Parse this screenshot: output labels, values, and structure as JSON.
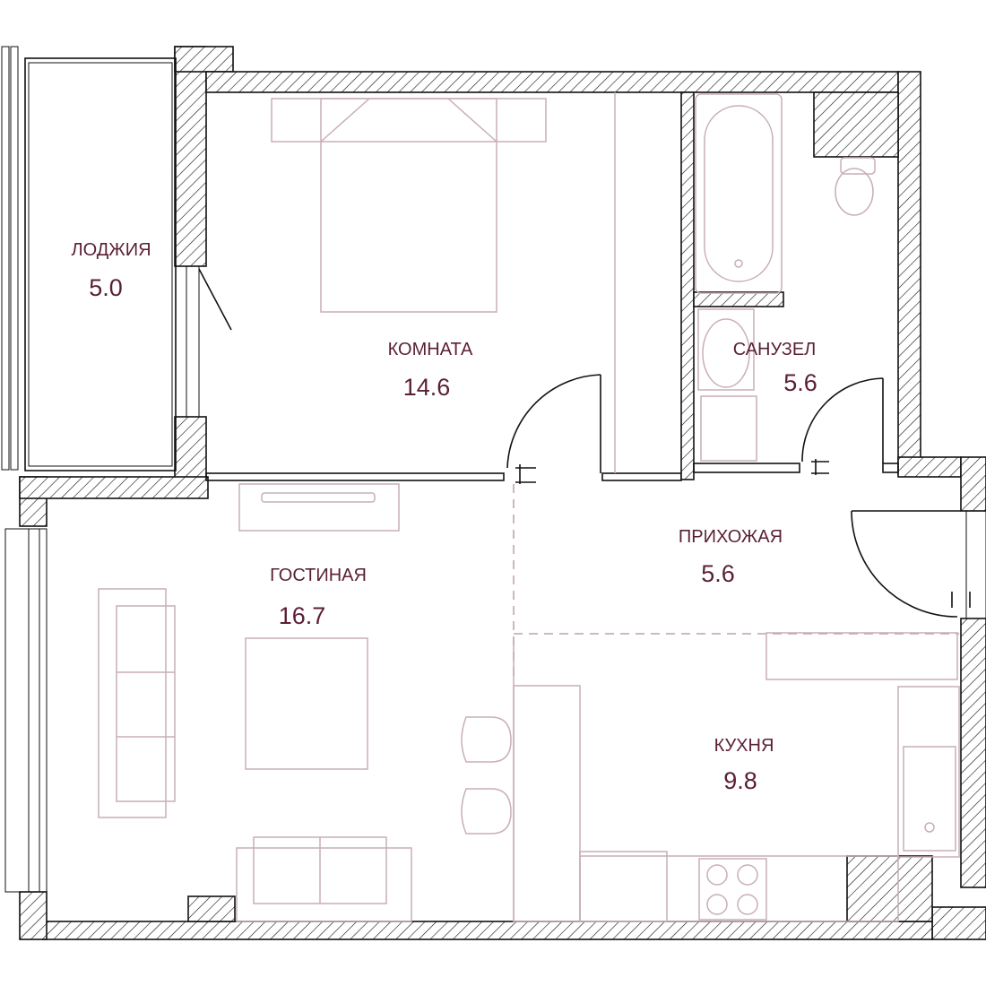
{
  "colors": {
    "label": "#5a1f36",
    "walls": "#111111",
    "furniture": "#c9aeb8",
    "background": "#ffffff"
  },
  "rooms": {
    "loggia": {
      "name": "ЛОДЖИЯ",
      "area": "5.0"
    },
    "bedroom": {
      "name": "КОМНАТА",
      "area": "14.6"
    },
    "bathroom": {
      "name": "САНУЗЕЛ",
      "area": "5.6"
    },
    "hallway": {
      "name": "ПРИХОЖАЯ",
      "area": "5.6"
    },
    "living": {
      "name": "ГОСТИНАЯ",
      "area": "16.7"
    },
    "kitchen": {
      "name": "КУХНЯ",
      "area": "9.8"
    }
  }
}
